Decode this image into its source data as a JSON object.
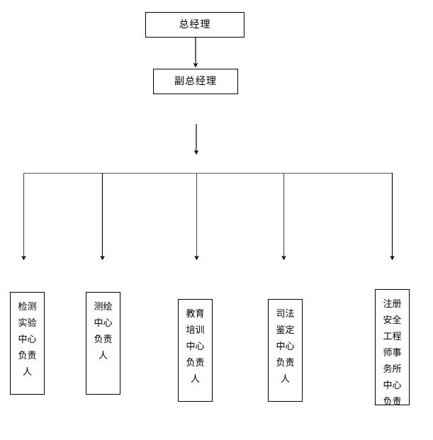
{
  "diagram": {
    "type": "organization-chart",
    "orientation": "top-down",
    "background_color": "#ffffff",
    "line_color": "#000000",
    "box_border_color": "#000000",
    "box_fill_color": "#ffffff"
  },
  "nodes": {
    "general_manager": {
      "label": "总经理"
    },
    "deputy_general_manager": {
      "label": "副总经理"
    }
  },
  "departments": [
    {
      "label": "检测实验中心负责人",
      "short": "检测实验中心"
    },
    {
      "label": "测绘中心负责人",
      "short": "测绘中心"
    },
    {
      "label": "教育培训中心负责人",
      "short": "教育培训中心"
    },
    {
      "label": "司法鉴定中心负责人",
      "short": "司法鉴定中心"
    },
    {
      "label": "注册安全工程师事务所中心负责",
      "short": "注册安全工程师事务所中心"
    }
  ]
}
